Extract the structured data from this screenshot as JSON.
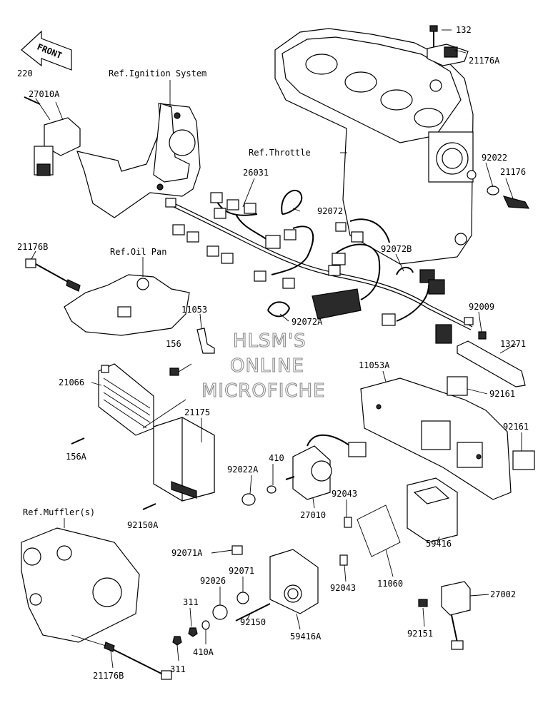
{
  "arrow_text": "FRONT",
  "watermark": [
    "HLSM'S",
    "ONLINE",
    "MICROFICHE"
  ],
  "refs": {
    "ignition": "Ref.Ignition System",
    "throttle": "Ref.Throttle",
    "oil_pan": "Ref.Oil Pan",
    "muffler": "Ref.Muffler(s)"
  },
  "labels": {
    "p220": "220",
    "p27010A": "27010A",
    "p132": "132",
    "p21176A": "21176A",
    "p92022": "92022",
    "p21176": "21176",
    "p26031": "26031",
    "p92072": "92072",
    "p92072B": "92072B",
    "p21176B_top": "21176B",
    "p92072A": "92072A",
    "p11053": "11053",
    "p156": "156",
    "p92009": "92009",
    "p13271": "13271",
    "p21066": "21066",
    "p11053A": "11053A",
    "p92161_a": "92161",
    "p21175": "21175",
    "p92161_b": "92161",
    "p156A": "156A",
    "p410": "410",
    "p92022A": "92022A",
    "p27010": "27010",
    "p92043_a": "92043",
    "p59416": "59416",
    "p92150A": "92150A",
    "p92071A": "92071A",
    "p92071": "92071",
    "p92026": "92026",
    "p92043_b": "92043",
    "p11060": "11060",
    "p27002": "27002",
    "p311_a": "311",
    "p92150": "92150",
    "p59416A": "59416A",
    "p92151": "92151",
    "p410A": "410A",
    "p311_b": "311",
    "p21176B_bot": "21176B"
  }
}
